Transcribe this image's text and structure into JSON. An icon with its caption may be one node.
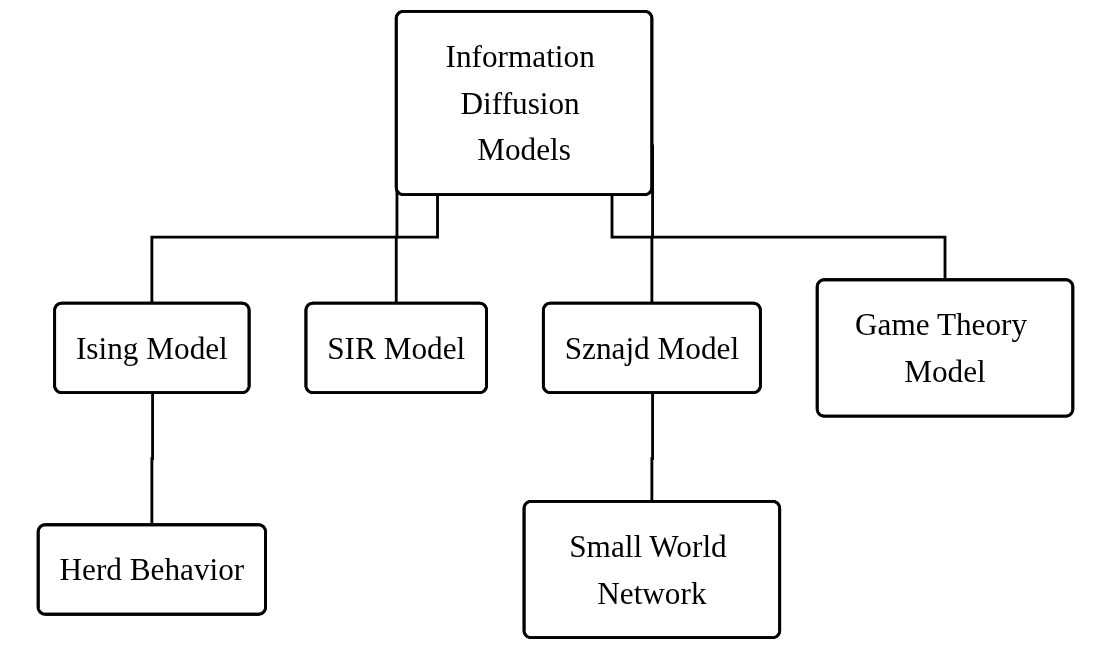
{
  "diagram": {
    "nodes": [
      {
        "text": [
          "Information Diffusion Models"
        ]
      },
      {
        "text": [
          "Ising Model"
        ]
      },
      {
        "text": [
          "SIR Model"
        ]
      },
      {
        "text": [
          "Sznajd Model"
        ]
      },
      {
        "text": [
          "Game Theory Model"
        ]
      },
      {
        "text": [
          "Herd Behavior"
        ]
      },
      {
        "text": [
          "Small World Network"
        ]
      }
    ],
    "edges": [
      {
        "from": 0,
        "to": 1,
        "arrow": "none"
      },
      {
        "from": 0,
        "to": 2,
        "arrow": "none"
      },
      {
        "from": 0,
        "to": 3,
        "arrow": "none"
      },
      {
        "from": 0,
        "to": 4,
        "arrow": "none"
      },
      {
        "from": 1,
        "to": 5,
        "arrow": "none"
      },
      {
        "from": 3,
        "to": 6,
        "arrow": "none"
      }
    ]
  }
}
